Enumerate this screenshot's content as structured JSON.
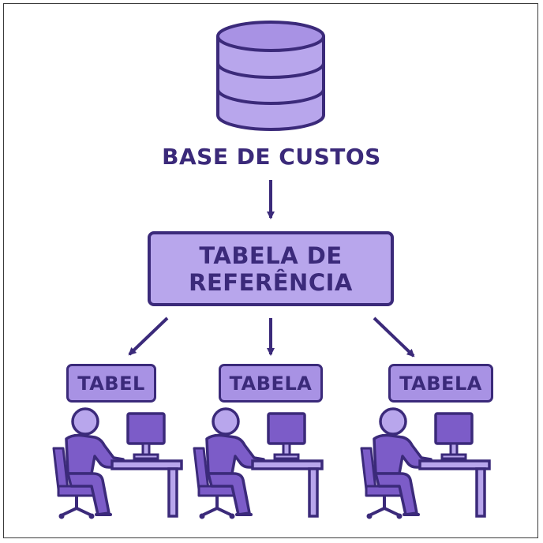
{
  "database": {
    "label": "BASE DE CUSTOS"
  },
  "reference_table": {
    "line1": "TABELA DE",
    "line2": "REFERÊNCIA"
  },
  "tables": [
    {
      "label": "TABEL"
    },
    {
      "label": "TABELA"
    },
    {
      "label": "TABELA"
    }
  ],
  "colors": {
    "outline": "#3b2a7a",
    "fill_light": "#b8a6ec",
    "fill_medium": "#a892e4",
    "fill_dark": "#7c5cc8"
  }
}
